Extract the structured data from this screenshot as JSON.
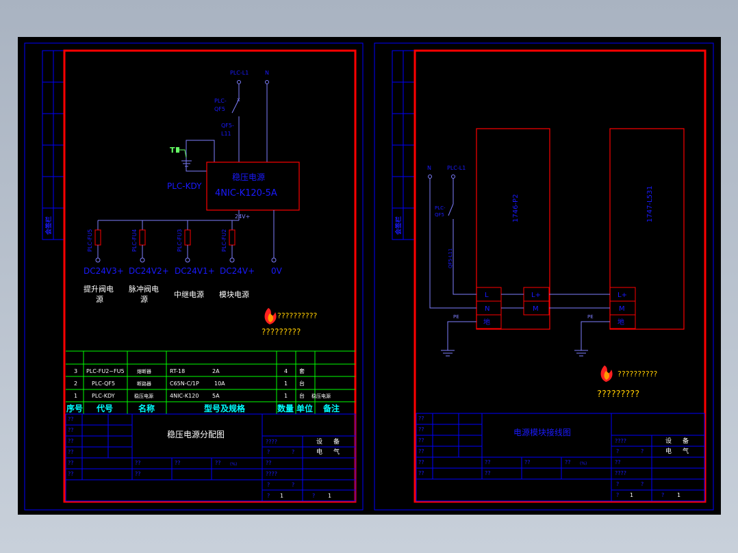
{
  "colors": {
    "canvas": "#000000",
    "frame": "#0000ff",
    "border_red": "#ff0000",
    "table_green": "#00ff00",
    "text_blue": "#1a1aff",
    "text_white": "#ffffff",
    "text_cyan": "#00ffff",
    "text_yellow": "#ffcc00",
    "ground_green": "#66ff66"
  },
  "sheet1": {
    "side_label": "会签栏",
    "supply_l": "PLC-L1",
    "supply_n": "N",
    "breaker_tag_1": "PLC-",
    "breaker_tag_2": "QF5",
    "breaker_x": "x",
    "wire_tag_1": "QF5-",
    "wire_tag_2": "L11",
    "ground_mark": "T",
    "psu_tag": "PLC-KDY",
    "psu_title": "稳压电源",
    "psu_model": "4NIC-K120-5A",
    "v24_tag": "24V+",
    "fuses": [
      {
        "tag": "PLC-FU5",
        "out": "DC24V3+",
        "desc": [
          "提升阀电",
          "源"
        ]
      },
      {
        "tag": "PLC-FU4",
        "out": "DC24V2+",
        "desc": [
          "脉冲阀电",
          "源"
        ]
      },
      {
        "tag": "PLC-FU3",
        "out": "DC24V1+",
        "desc": [
          "中继电源"
        ]
      },
      {
        "tag": "PLC-FU2",
        "out": "DC24V+",
        "desc": [
          "模块电源"
        ]
      }
    ],
    "zero_v": "0V",
    "logo_text": "??????????",
    "logo_sub": "?????????",
    "bom_rows": [
      {
        "no": "3",
        "code": "PLC-FU2~FU5",
        "name": "熔断器",
        "model": "RT-18",
        "spec": "2A",
        "qty": "4",
        "unit": "套",
        "note": ""
      },
      {
        "no": "2",
        "code": "PLC-QF5",
        "name": "断路器",
        "model": "C65N-C/1P",
        "spec": "10A",
        "qty": "1",
        "unit": "台",
        "note": ""
      },
      {
        "no": "1",
        "code": "PLC-KDY",
        "name": "稳压电源",
        "model": "4NIC-K120",
        "spec": "5A",
        "qty": "1",
        "unit": "台",
        "note": "稳压电源"
      }
    ],
    "bom_header": [
      "序号",
      "代号",
      "名称",
      "型号及规格",
      "数量",
      "单位",
      "备注"
    ],
    "title": "稳压电源分配图",
    "cells": {
      "q2": "??",
      "q4": "????",
      "q1": "?",
      "dept1": "设",
      "dept2": "备",
      "dept3": "电",
      "dept4": "气",
      "scale": "(%)",
      "page_a": "1",
      "page_b": "1"
    }
  },
  "sheet2": {
    "side_label": "会签栏",
    "module1": "1746-P2",
    "module2": "1747-L531",
    "supply_n": "N",
    "supply_l": "PLC-L1",
    "breaker_tag_1": "PLC-",
    "breaker_tag_2": "QF5",
    "wire_tag": "QF5-L11",
    "terms1": [
      "L",
      "N",
      "地"
    ],
    "terms_mid": [
      "L+",
      "M"
    ],
    "terms2": [
      "L+",
      "M",
      "地"
    ],
    "pe1": "PE",
    "pe2": "PE",
    "logo_text": "??????????",
    "logo_sub": "?????????",
    "title": "电源模块接线图",
    "cells": {
      "q2": "??",
      "q4": "????",
      "q1": "?",
      "dept1": "设",
      "dept2": "备",
      "dept3": "电",
      "dept4": "气",
      "scale": "(%)",
      "page_a": "1",
      "page_b": "1"
    }
  }
}
